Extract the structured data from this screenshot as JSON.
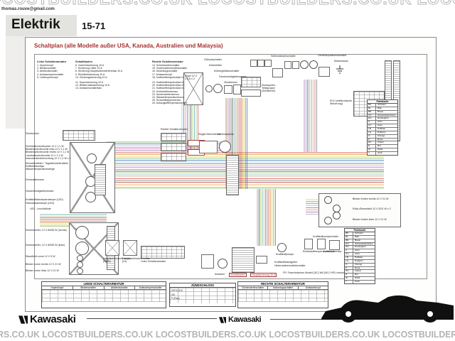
{
  "page": {
    "email": "thomas.rouve@gmail.com"
  },
  "watermark": {
    "top_row": "LOCOSTBUILDERS.CO.UK   LOCOSTBUILDERS.CO.UK   LOCOSTBUILDERS.CO.UK   LOCOSTBUILDERS.CO.UK",
    "bottom_row": "ERS.CO.UK  LOCOSTBUILDERS.CO.UK  LOCOSTBUILDERS.CO.UK  LOCOSTBUILDERS.CO.UK  LOCOSTBUILDERS.CO.UK  LOCOSTBUILDERS.CO.UK  LOCOST"
  },
  "header": {
    "title": "Elektrik",
    "page_number": "15-71"
  },
  "schematic": {
    "title": "Schaltplan (alle Modelle außer USA, Kanada, Australien und Malaysia)",
    "legend_left": {
      "title": "Linke Schalterarmatur",
      "items": [
        "1. Hupenknopf",
        "2. Blinkerschalter",
        "3. Abblendschalter",
        "4. Anlassersperrschalter",
        "5. Lichthupenknopf"
      ]
    },
    "legend_fusebox": {
      "title": "Schaltkasten",
      "items": [
        "6. Zubehörsicherung 10 A",
        "7. Sicherung Lüfter 10 A",
        "8. Sicherung Hauptscheinwerferrelais 10 A",
        "9. Rücklichtsicherung 10 A",
        "10. Zündungssicherung 10 A",
        "11. Hupensicherung 10 A",
        "12. Blinkerrelaissicherung 10 A",
        "13. Anlasserschaltrelais"
      ]
    },
    "legend_right": {
      "title": "Rechte Schalterarmatur",
      "items": [
        "14. Scheinwerferschalter",
        "15. Vorderradbremslichtschalter",
        "16. Motorstoppschalter",
        "17. Anlasserknopf",
        "18. Kraftstoffeinspritzdüse #1",
        "19. Kraftstoffeinspritzdüse #2",
        "20. Kraftstoffeinspritzdüse #3",
        "21. Kraftstoffeinspritzdüse #4",
        "22. Kurbelwellensensor",
        "23. Nockenwellensensor",
        "24. Wassertemperatursensor",
        "25. Drosselklappensensor",
        "26. Ansauglufttemperatursensor"
      ]
    },
    "instrument_list": {
      "items": [
        "Fernlichtkontrolleuchte 12 V 1,1 W",
        "Blinkerkontrolleuchte links 12 V 1,1 W",
        "Blinkerkontrolleuchte rechts 12 V 1,1 W",
        "Leerlaufkontrolleuchte 12 V 1,1 W",
        "Instrumentenbeleuchtung 12 V 1,1 W x 2",
        "Kilometerzähler / Tageskilometerzähler",
        "Kraftstoffanzeige",
        "Wassertemperaturanzeige"
      ]
    },
    "labels": {
      "oil_switch": "Öldruckschalter",
      "radiator_fan": "Kühlerlüfter",
      "fan_switch": "Kühlergebläseschalter",
      "speed_sensor": "Geschwindigkeitssensor",
      "spark_plugs": "Zündkerzen",
      "horn": "Hupe 12 V 2,5 A x 2",
      "ignition_coils": "Zündspulen-Teilegruppe (Zündkerze)",
      "side_stand": "Seitenständerschalter",
      "gear_position": "Getriebepositionsschalter",
      "engine_ground": "Motormasse",
      "ecu": "ECU (elektronische Steuerung)",
      "right_switch": "Rechte Schalterarmatur",
      "regulator": "Regler/Gleichrichter",
      "alternator": "Lichtmaschine",
      "ignition_switch": "Zündschloß",
      "tachometer": "Drehzahlmesser",
      "speedometer": "Geschwindigkeitsmesser",
      "fuel_warn_led": "Kraftstoffstandswarnlampe (LED)",
      "oil_warn_led": "Öldruckwarnlampe (LED)",
      "led_note": "LED : Leuchtdiode",
      "headlight_right": "Scheinwerfer, 12 V 60/55 W (rechts)",
      "headlight_left": "Scheinwerfer, 12 V 60/55 W (links)",
      "position_light": "Standlicht vorne 12 V 5 W",
      "turn_front_right": "Blinker vorne rechts 12 V 21 W",
      "turn_front_left": "Blinker vorne links 12 V 21 W",
      "turn_rear_right": "Blinker hinten rechts 12 V 21 W",
      "tail_brake": "Rück-/Bremslicht 12 V 5/21 W x 2",
      "turn_rear_left": "Blinker hinten links 12 V 21 W",
      "hl_relay_low": "Hauptscheinwerferrelais (LOW)",
      "hl_relay_hi": "Hauptscheinwerferrelais (HI)",
      "left_switch": "Linke Schalterarmatur",
      "fuse_box": "Schaltkasten",
      "starter": "Anlasser",
      "main_fuse": "Hauptsicherung 30 A",
      "fuel_pump_relay": "Kraftstoffpumpenrelais",
      "fuel_pump": "Kraftstoffpumpe",
      "intake_temp": "Einlasslufttemperatursensor",
      "air_pressure": "Luftdrucksensor",
      "fuel_level": "Kraftstoffstandgeber",
      "rear_brake_switch": "Hinterradbremslichtschalter"
    },
    "note_fr": "FR: Französisches Modell (35,2 kW (50,2 HP) Leistung und katalytische Modelle)",
    "farbkode": {
      "title": "Farbkode",
      "rows": [
        [
          "BK",
          "Schwarz"
        ],
        [
          "BL",
          "Blau"
        ],
        [
          "BR",
          "Braun"
        ],
        [
          "CH",
          "Schokoladenbraun"
        ],
        [
          "DG",
          "Dunkelgrün"
        ],
        [
          "G",
          "Grün"
        ],
        [
          "GY",
          "Grau"
        ],
        [
          "LB",
          "Hellblau"
        ],
        [
          "LG",
          "Hellgrün"
        ],
        [
          "O",
          "Orange"
        ],
        [
          "P",
          "Rosa"
        ],
        [
          "PU",
          "Violett"
        ],
        [
          "R",
          "Rot"
        ],
        [
          "W",
          "Weiß"
        ],
        [
          "Y",
          "Gelb"
        ]
      ]
    },
    "wire_palette": [
      "#cc3333",
      "#e09030",
      "#ddcc44",
      "#55a055",
      "#3d68b2",
      "#7ec4e0",
      "#a06a30",
      "#dd80b0",
      "#9060b8",
      "#909090",
      "#303030",
      "#9cc860",
      "#50a8a0",
      "#c0b090",
      "#d94f4f",
      "#777777"
    ]
  },
  "tables": {
    "linke": {
      "title": "LINKE SCHALTERARMATUR",
      "col_label": "Farbe",
      "sections": [
        "Hupenknopf",
        "Blinkerschalter",
        "Abblendschalter",
        "Anlassersperrschalter"
      ]
    },
    "zuendschloss": {
      "title": "ZÜNDSCHLOSS",
      "col_label": "Farbe",
      "rows": [
        "OFF/LOCK",
        "ON",
        "P (Park)"
      ]
    },
    "rechte": {
      "title": "RECHTE SCHALTERARMATUR",
      "col_label": "Farbe",
      "sections": [
        "Scheinwerferschalter",
        "Motorstoppschalter",
        "Anlasserknopf"
      ]
    }
  },
  "footer": {
    "brand_left": "Kawasaki",
    "brand_center": "Kawasaki",
    "logo_text": "LOCOSTBUILDERS.CO.UK"
  }
}
